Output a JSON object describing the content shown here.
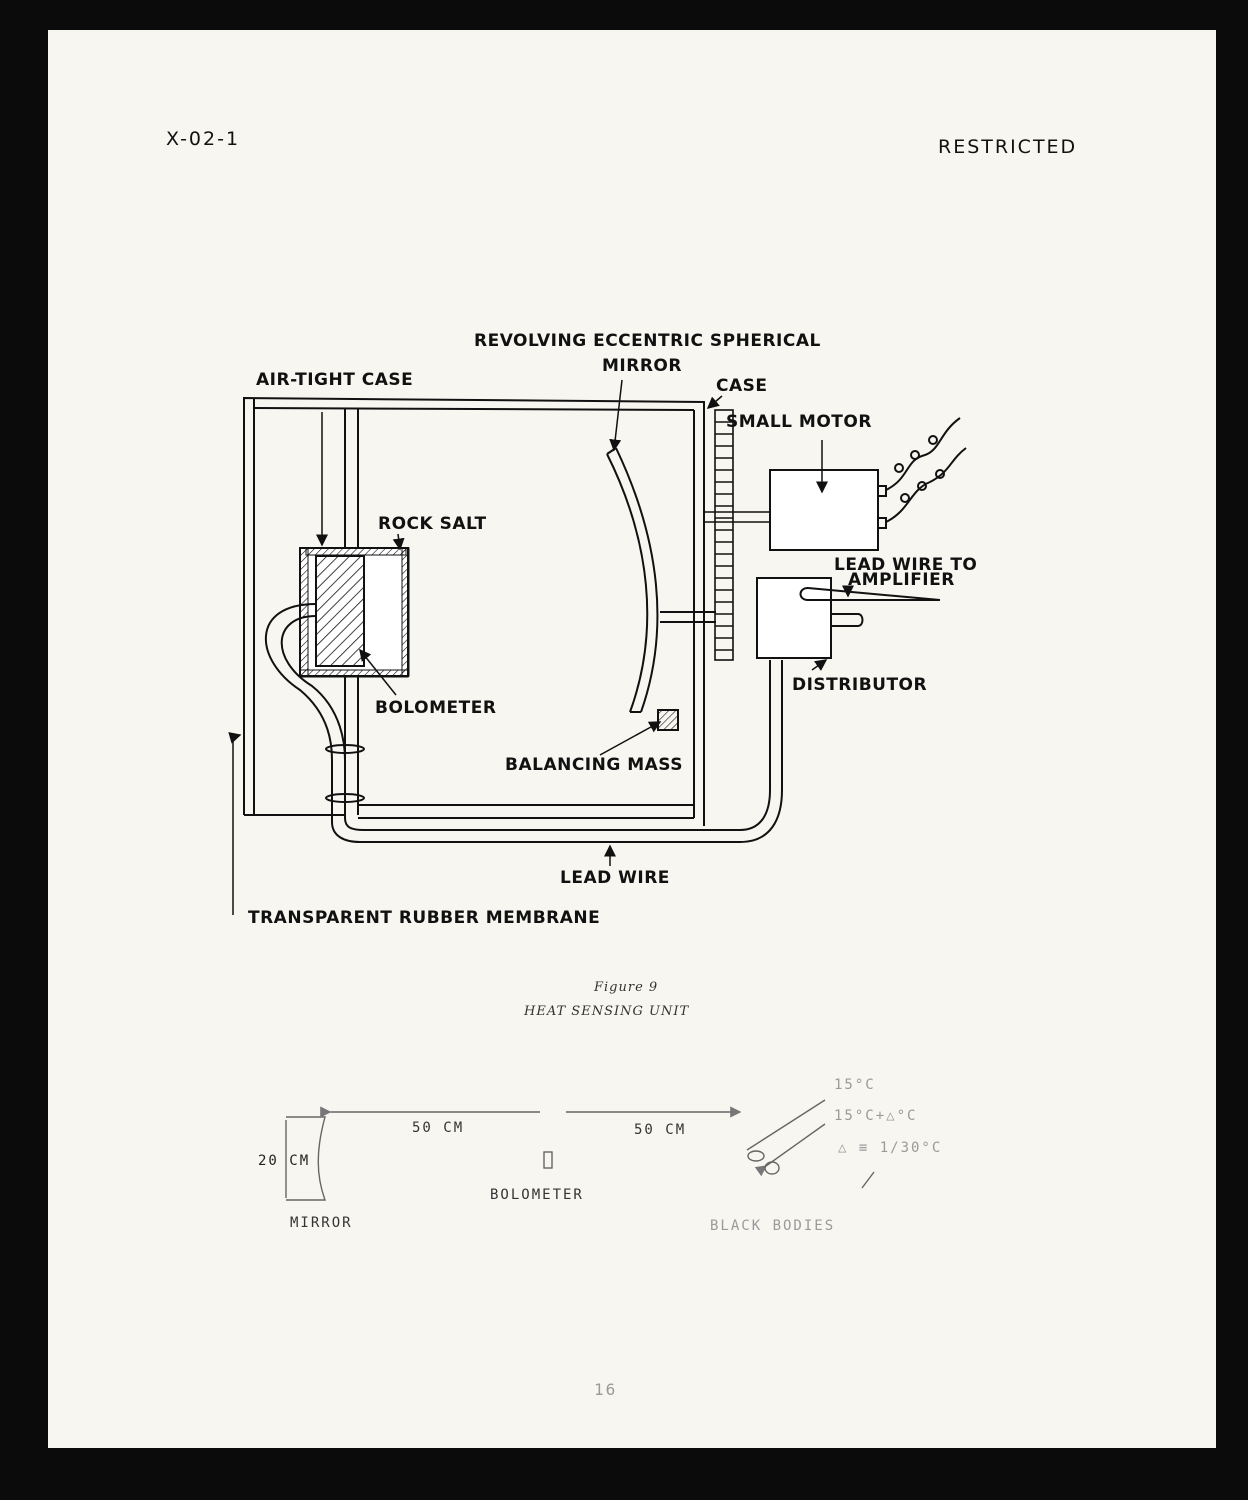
{
  "header": {
    "doc_id": "X-02-1",
    "classification": "RESTRICTED"
  },
  "figure9": {
    "labels": {
      "mirror_title_line1": "REVOLVING ECCENTRIC SPHERICAL",
      "mirror_title_line2": "MIRROR",
      "air_tight_case": "AIR-TIGHT CASE",
      "case": "CASE",
      "small_motor": "SMALL MOTOR",
      "rock_salt": "ROCK SALT",
      "lead_wire_to_line1": "LEAD WIRE TO",
      "lead_wire_to_line2": "AMPLIFIER",
      "distributor": "DISTRIBUTOR",
      "bolometer": "BOLOMETER",
      "balancing_mass": "BALANCING MASS",
      "lead_wire": "LEAD WIRE",
      "membrane": "TRANSPARENT RUBBER MEMBRANE"
    },
    "caption_number": "Figure 9",
    "caption_title": "HEAT SENSING UNIT"
  },
  "figure10": {
    "mirror_height": "20 CM",
    "distance_left": "50 CM",
    "distance_right": "50 CM",
    "mirror": "MIRROR",
    "bolometer": "BOLOMETER",
    "black_bodies": "BLACK BODIES",
    "temp1": "15°C",
    "temp2": "15°C+△°C",
    "delta": "△ ≡ 1/30°C"
  },
  "page_number": "16"
}
